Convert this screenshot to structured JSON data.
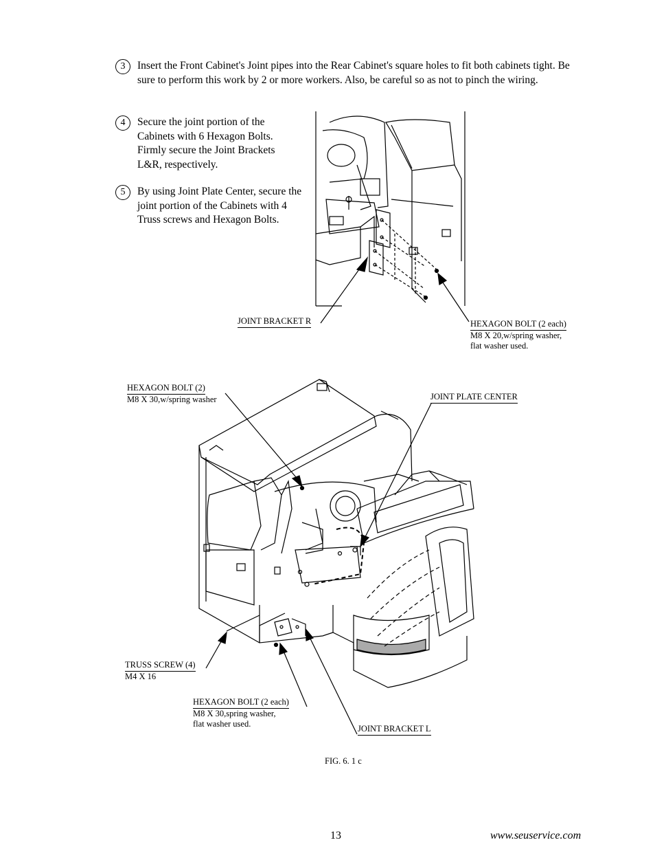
{
  "steps": [
    {
      "num": "3",
      "text": "Insert the Front Cabinet's Joint pipes into the Rear Cabinet's square holes to fit both cabinets tight.  Be sure to perform this work by 2 or more workers.  Also, be careful so as not to pinch the wiring."
    },
    {
      "num": "4",
      "text": "Secure the joint portion of the Cabinets with 6 Hexagon Bolts. Firmly secure the Joint Brackets L&R, respectively."
    },
    {
      "num": "5",
      "text": "By using Joint Plate Center, secure the joint portion of the Cabinets with 4 Truss screws and Hexagon Bolts."
    }
  ],
  "labels": {
    "joint_bracket_r": "JOINT BRACKET R",
    "hexagon_bolt_2each_top": "HEXAGON BOLT (2 each)",
    "hexagon_bolt_2each_top_sub1": "M8 X 20,w/spring washer,",
    "hexagon_bolt_2each_top_sub2": "flat washer used.",
    "hexagon_bolt_2": "HEXAGON BOLT (2)",
    "hexagon_bolt_2_sub": "M8 X 30,w/spring washer",
    "joint_plate_center": "JOINT PLATE CENTER",
    "truss_screw": "TRUSS SCREW (4)",
    "truss_screw_sub": "M4 X 16",
    "hexagon_bolt_2each_bottom": "HEXAGON BOLT (2 each)",
    "hexagon_bolt_2each_bottom_sub1": "M8 X 30,spring washer,",
    "hexagon_bolt_2each_bottom_sub2": "flat washer used.",
    "joint_bracket_l": "JOINT BRACKET L"
  },
  "caption": "FIG. 6. 1 c",
  "footer": {
    "page": "13",
    "website": "www.seuservice.com"
  }
}
